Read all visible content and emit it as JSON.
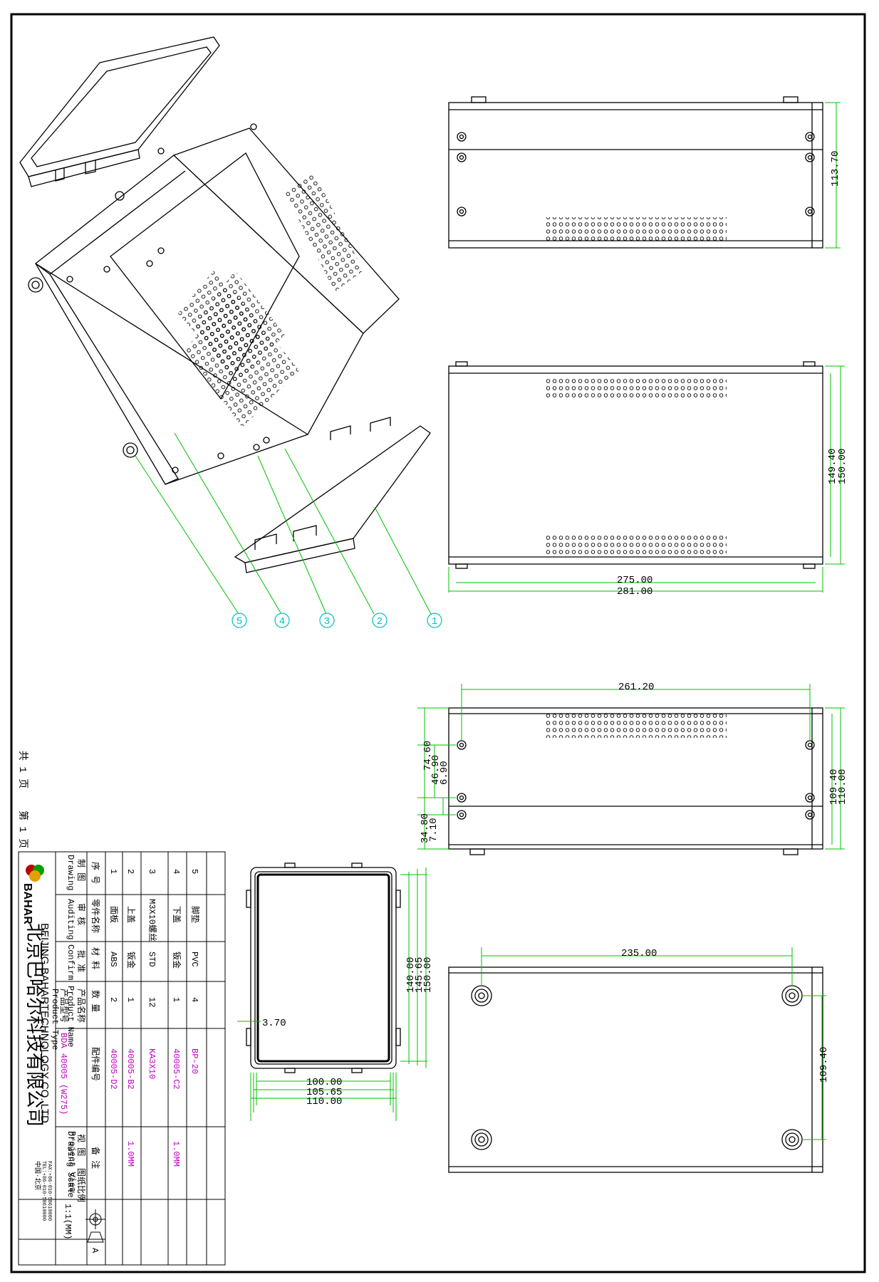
{
  "page_footer": {
    "total": "共 1 页",
    "current": "第 1 页"
  },
  "company": {
    "name_cn": "北京巴哈尔科技有限公司",
    "name_en": "BEIJING BAHARTECHNOLOGY CO.,LTD",
    "logo_text": "BAHAR",
    "contact_1": "中国·北京",
    "contact_2": "TEL:+86-010-58610000",
    "contact_3": "FAX:+86-010-58610000"
  },
  "title_block": {
    "headers": [
      "序 号",
      "零件名称",
      "材 料",
      "数 量",
      "配件编号",
      "备 注"
    ],
    "parts": [
      {
        "no": "5",
        "name": "脚垫",
        "material": "PVC",
        "qty": "4",
        "code": "BP-20",
        "note": ""
      },
      {
        "no": "4",
        "name": "下盖",
        "material": "钣金",
        "qty": "1",
        "code": "40005-C2",
        "note": "1.0MM"
      },
      {
        "no": "3",
        "name": "M3X10螺丝",
        "material": "STD",
        "qty": "12",
        "code": "KA3X10",
        "note": ""
      },
      {
        "no": "2",
        "name": "上盖",
        "material": "钣金",
        "qty": "1",
        "code": "40005-B2",
        "note": "1.0MM"
      },
      {
        "no": "1",
        "name": "面板",
        "material": "ABS",
        "qty": "2",
        "code": "40005-D2",
        "note": ""
      }
    ],
    "labels": {
      "drawing": "制 图",
      "drawing_en": "Drawing",
      "auditing": "审 核",
      "auditing_en": "Auditing",
      "confirm": "批 准",
      "confirm_en": "Confirm",
      "product_name": "产品名称",
      "product_name_en": "Product Name",
      "product_type": "产品型号",
      "product_type_en": "Product Type",
      "view": "视 图",
      "view_en": "Project View",
      "scale": "图纸比例",
      "scale_en": "Drawing Scale"
    },
    "product_type_value": "BDA 40005 (W275)",
    "scale_value": "1:1(MM)",
    "revision": "A"
  },
  "balloons": [
    "5",
    "4",
    "3",
    "2",
    "1"
  ],
  "dimensions": {
    "top_view_height": "113.70",
    "front_inner_h": "149.40",
    "front_outer_h": "150.00",
    "front_inner_w": "275.00",
    "front_outer_w": "281.00",
    "side_hole_span": "261.20",
    "side_74": "74.60",
    "side_46": "46.90",
    "side_6": "6.90",
    "side_34": "34.80",
    "side_7": "7.10",
    "side_inner_h": "109.40",
    "side_outer_h": "110.00",
    "panel_w1": "100.00",
    "panel_w2": "105.65",
    "panel_w3": "110.00",
    "panel_h1": "140.00",
    "panel_h2": "145.65",
    "panel_h3": "150.00",
    "panel_lip": "3.70",
    "bottom_foot_span_w": "235.00",
    "bottom_foot_span_h": "109.40"
  },
  "colors": {
    "dimension": "#00c000",
    "balloon": "#00c0c0",
    "magenta": "#c000c0",
    "line": "#000000"
  }
}
